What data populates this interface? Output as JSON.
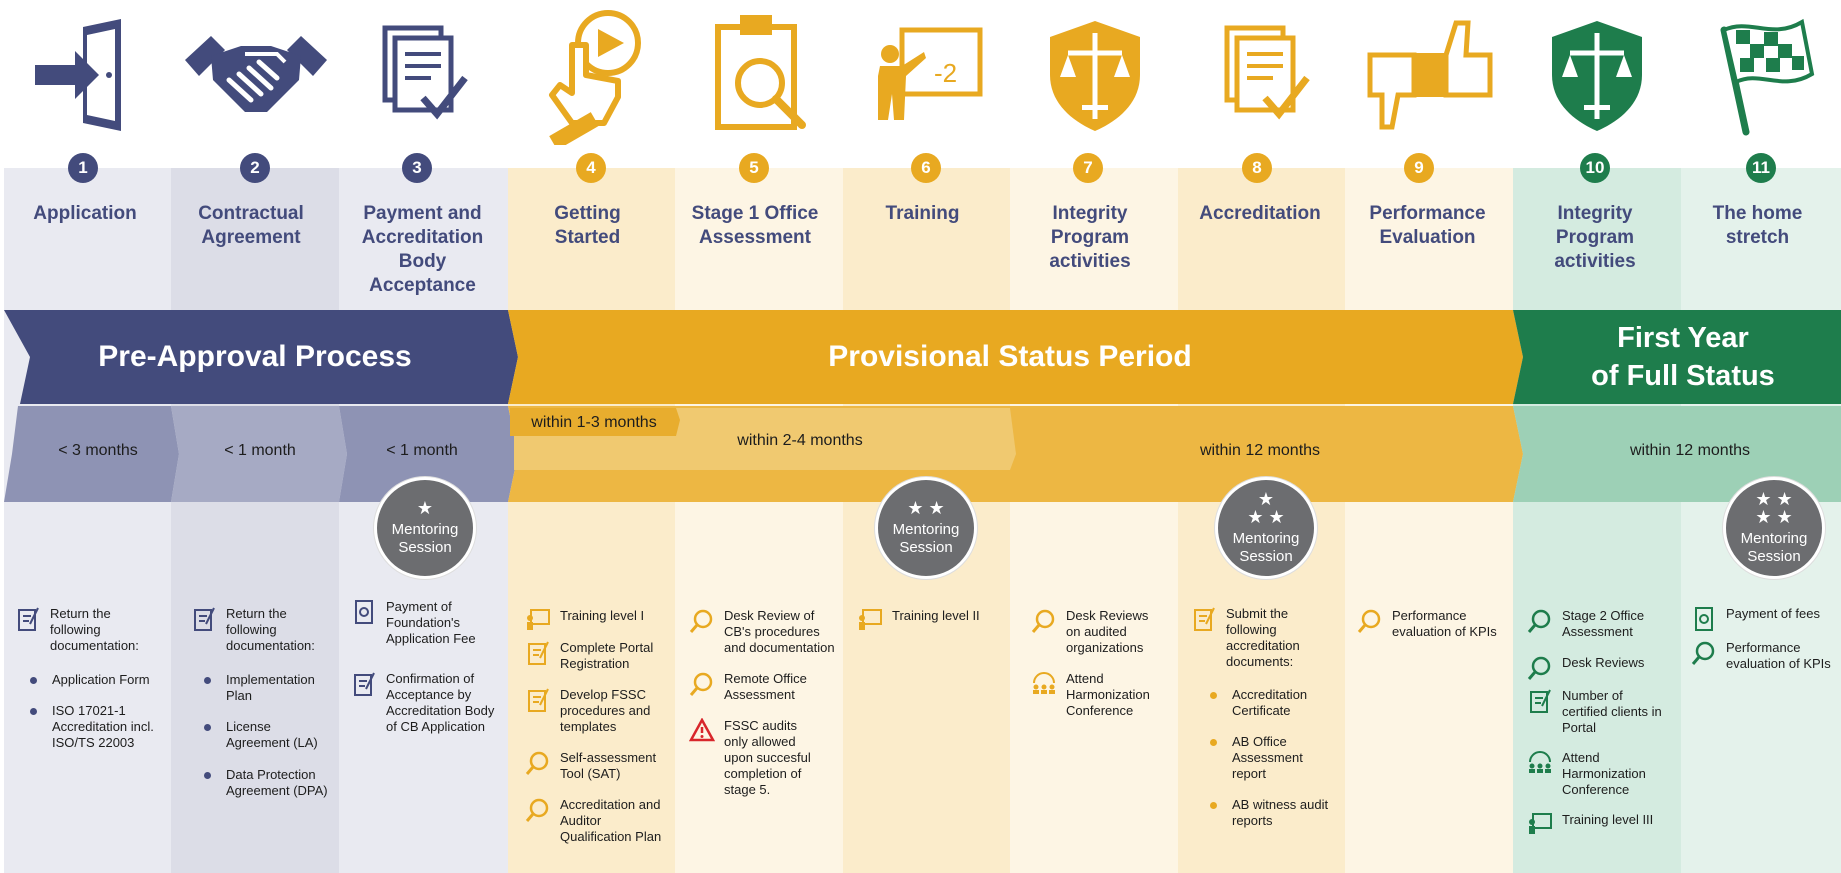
{
  "colors": {
    "navy": "#434b7c",
    "gold": "#e8a921",
    "green": "#1e7d4c"
  },
  "steps": [
    {
      "num": "1",
      "title": "Application"
    },
    {
      "num": "2",
      "title": "Contractual Agreement"
    },
    {
      "num": "3",
      "title": "Payment and Accreditation Body Acceptance"
    },
    {
      "num": "4",
      "title": "Getting Started"
    },
    {
      "num": "5",
      "title": "Stage 1 Office Assessment"
    },
    {
      "num": "6",
      "title": "Training"
    },
    {
      "num": "7",
      "title": "Integrity Program activities"
    },
    {
      "num": "8",
      "title": "Accreditation"
    },
    {
      "num": "9",
      "title": "Performance Evaluation"
    },
    {
      "num": "10",
      "title": "Integrity Program activities"
    },
    {
      "num": "11",
      "title": "The home stretch"
    }
  ],
  "phases": {
    "pre": "Pre-Approval Process",
    "prov": "Provisional Status Period",
    "first_l1": "First Year",
    "first_l2": "of Full Status"
  },
  "durations": {
    "d1": "< 3 months",
    "d2": "< 1 month",
    "d3": "< 1 month",
    "d4": "within 1-3 months",
    "d5": "within 2-4 months",
    "d6": "within 12 months",
    "d7": "within 12 months"
  },
  "mentor": {
    "label_l1": "Mentoring",
    "label_l2": "Session"
  },
  "col1": {
    "intro": "Return the following documentation:",
    "b1": "Application Form",
    "b2": "ISO 17021-1 Accreditation incl. ISO/TS 22003"
  },
  "col2": {
    "intro": "Return the following documentation:",
    "b1": "Implementation Plan",
    "b2": "License Agreement (LA)",
    "b3": "Data Protection Agreement (DPA)"
  },
  "col3": {
    "i1": "Payment of Foundation's Application Fee",
    "i2": "Confirmation of Acceptance by Accreditation Body of CB Application"
  },
  "col4": {
    "i1": "Training level I",
    "i2": "Complete Portal Registration",
    "i3": "Develop FSSC procedures and templates",
    "i4": "Self-assessment Tool (SAT)",
    "i5": "Accreditation and Auditor Qualification Plan"
  },
  "col5": {
    "i1": "Desk Review of CB's procedures and documentation",
    "i2": "Remote Office Assessment",
    "i3": "FSSC audits only allowed upon succesful completion of stage 5."
  },
  "col6": {
    "i1": "Training level II"
  },
  "col7": {
    "i1": "Desk Reviews on audited organizations",
    "i2": "Attend Harmonization Conference"
  },
  "col8": {
    "intro": "Submit the following accreditation documents:",
    "b1": "Accreditation Certificate",
    "b2": "AB Office Assessment report",
    "b3": "AB witness audit reports"
  },
  "col9": {
    "i1": "Performance evaluation of KPIs"
  },
  "col10": {
    "i1": "Stage 2 Office Assessment",
    "i2": "Desk Reviews",
    "i3": "Number of certified clients in Portal",
    "i4": "Attend Harmonization Conference",
    "i5": "Training level III"
  },
  "col11": {
    "i1": "Payment of fees",
    "i2": "Performance evaluation of KPIs"
  }
}
